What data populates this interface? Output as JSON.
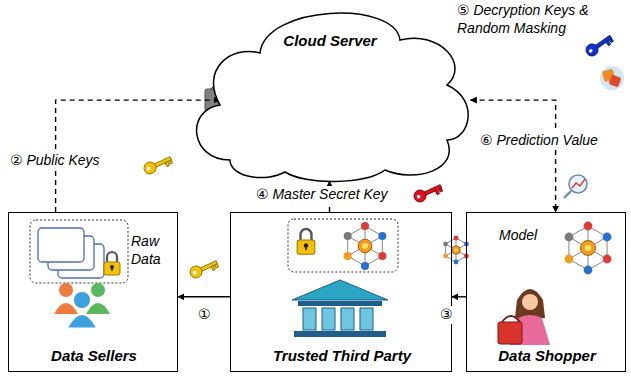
{
  "diagram": {
    "nodes": [
      {
        "text": [
          "Cloud Server"
        ]
      },
      {
        "text": [
          "Raw Data",
          "Data Sellers"
        ]
      },
      {
        "text": [
          "Trusted Third Party"
        ]
      },
      {
        "text": [
          "Model",
          "Data Shopper"
        ]
      }
    ],
    "edges": [
      {
        "from": 1,
        "to": 0,
        "arrow": "to",
        "label": "② Public Keys"
      },
      {
        "from": 2,
        "to": 1,
        "arrow": "to",
        "label": "①"
      },
      {
        "from": 3,
        "to": 2,
        "arrow": "to",
        "label": "③"
      },
      {
        "from": 2,
        "to": 0,
        "arrow": "to",
        "label": "④ Master Secret Key"
      },
      {
        "from": 0,
        "to": 3,
        "arrow": "both",
        "label": "⑥ Prediction Value"
      }
    ],
    "labels": [
      "⑤ Decryption Keys & Random Masking"
    ]
  }
}
